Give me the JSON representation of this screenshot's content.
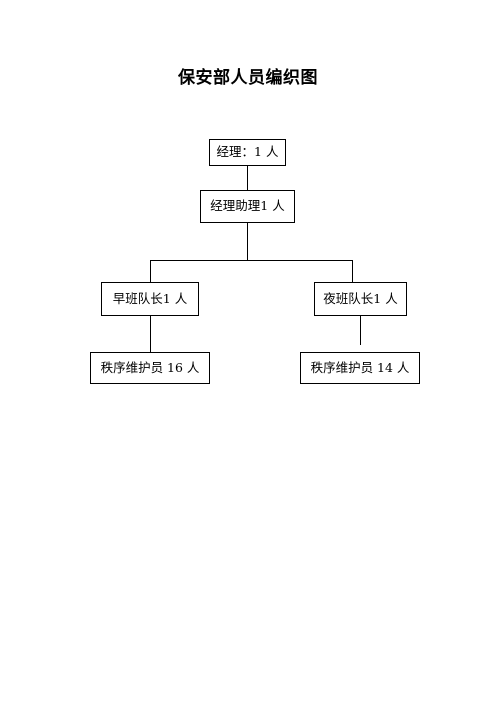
{
  "title": "保安部人员编织图",
  "nodes": {
    "manager": "经理：1 人",
    "assistant_manager": "经理助理1 人",
    "day_shift_leader": "早班队长1 人",
    "night_shift_leader": "夜班队长1 人",
    "day_staff": "秩序维护员 16 人",
    "night_staff": "秩序维护员 14 人"
  }
}
